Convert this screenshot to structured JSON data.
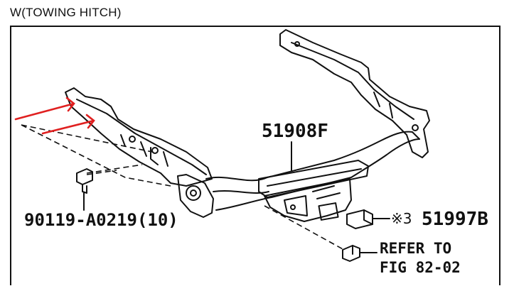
{
  "diagram": {
    "title": "W(TOWING HITCH)",
    "labels": {
      "part_main": "51908F",
      "part_bolt": "90119-A0219(10)",
      "note_mark": "※3",
      "part_connector": "51997B",
      "refer_line1": "REFER TO",
      "refer_line2": "FIG 82-02"
    },
    "colors": {
      "ink": "#111111",
      "annotation_arrows": "#e02020"
    }
  }
}
